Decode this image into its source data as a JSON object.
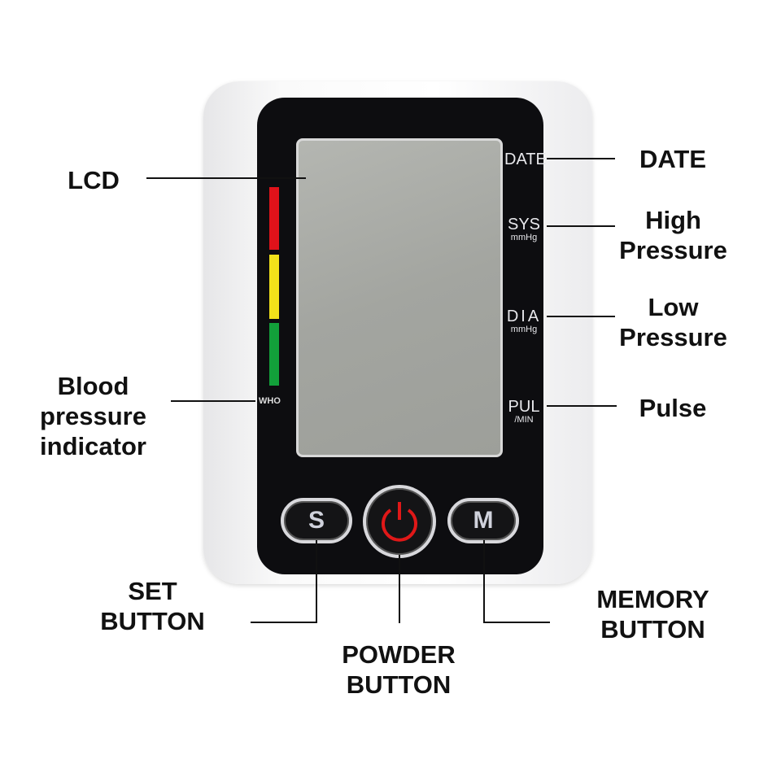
{
  "device": {
    "side_labels": [
      {
        "main": "DATE",
        "unit": ""
      },
      {
        "main": "SYS",
        "unit": "mmHg"
      },
      {
        "main": "DIA",
        "unit": "mmHg"
      },
      {
        "main": "PUL",
        "unit": "/MIN"
      }
    ],
    "indicator_label": "WHO",
    "indicator_colors": [
      "#e0121a",
      "#f2e21a",
      "#12a03a"
    ],
    "buttons": {
      "set": "S",
      "memory": "M",
      "power_icon": "power-icon",
      "power_color": "#e01818"
    }
  },
  "callouts": {
    "lcd": "LCD",
    "date": "DATE",
    "high_pressure": [
      "High",
      "Pressure"
    ],
    "low_pressure": [
      "Low",
      "Pressure"
    ],
    "pulse": "Pulse",
    "indicator": [
      "Blood",
      "pressure",
      "indicator"
    ],
    "set_button": [
      "SET",
      "BUTTON"
    ],
    "power_button": [
      "POWDER",
      "BUTTON"
    ],
    "memory_button": [
      "MEMORY",
      "BUTTON"
    ]
  }
}
